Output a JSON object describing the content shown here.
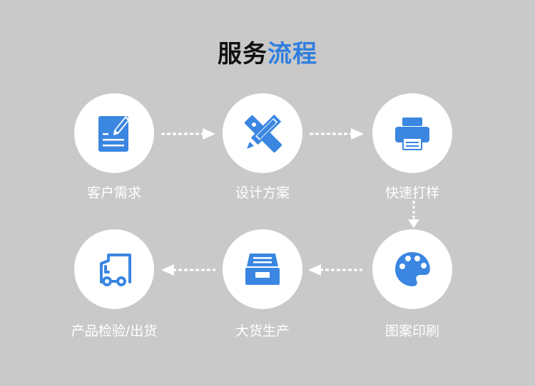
{
  "title": {
    "part1": "服务",
    "part2": "流程"
  },
  "accent_color": "#3a86e0",
  "steps": [
    {
      "label": "客户需求",
      "icon": "document-edit-icon"
    },
    {
      "label": "设计方案",
      "icon": "pencil-ruler-icon"
    },
    {
      "label": "快速打样",
      "icon": "printer-icon"
    },
    {
      "label": "图案印刷",
      "icon": "palette-icon"
    },
    {
      "label": "大货生产",
      "icon": "archive-box-icon"
    },
    {
      "label": "产品检验/出货",
      "icon": "truck-icon"
    }
  ]
}
